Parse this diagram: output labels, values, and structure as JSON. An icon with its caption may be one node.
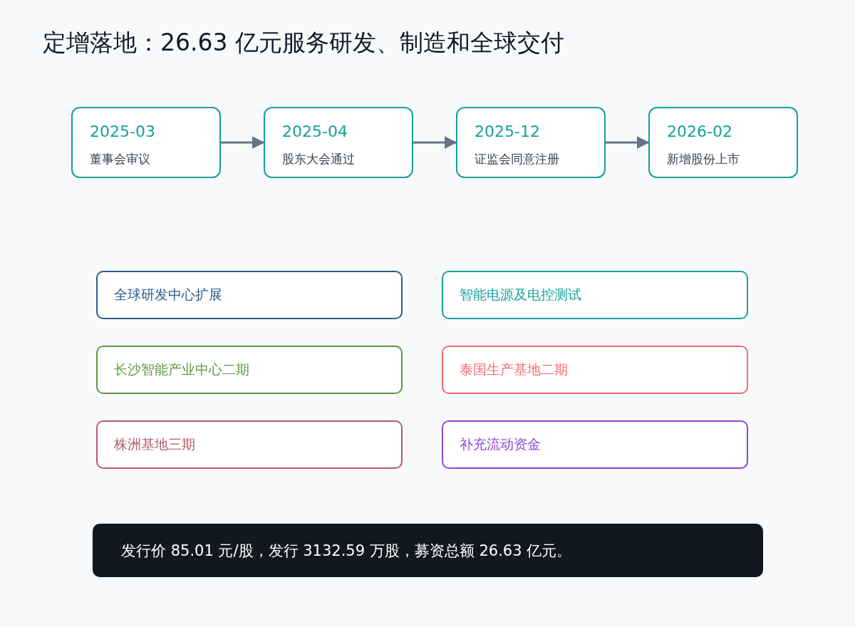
{
  "diagram": {
    "title": "定增落地：26.63 亿元服务研发、制造和全球交付",
    "nodes": [
      {
        "text": [
          "2025-03",
          "董事会审议"
        ]
      },
      {
        "text": [
          "2025-04",
          "股东大会通过"
        ]
      },
      {
        "text": [
          "2025-12",
          "证监会同意注册"
        ]
      },
      {
        "text": [
          "2026-02",
          "新增股份上市"
        ]
      },
      {
        "text": [
          "全球研发中心扩展"
        ]
      },
      {
        "text": [
          "智能电源及电控测试"
        ]
      },
      {
        "text": [
          "长沙智能产业中心二期"
        ]
      },
      {
        "text": [
          "泰国生产基地二期"
        ]
      },
      {
        "text": [
          "株洲基地三期"
        ]
      },
      {
        "text": [
          "补充流动资金"
        ]
      },
      {
        "text": [
          "发行价 85.01 元/股，发行 3132.59 万股，募资总额 26.63 亿元。"
        ]
      }
    ],
    "edges": [
      {
        "from": 0,
        "to": 1,
        "arrow": "to"
      },
      {
        "from": 1,
        "to": 2,
        "arrow": "to"
      },
      {
        "from": 2,
        "to": 3,
        "arrow": "to"
      }
    ]
  }
}
